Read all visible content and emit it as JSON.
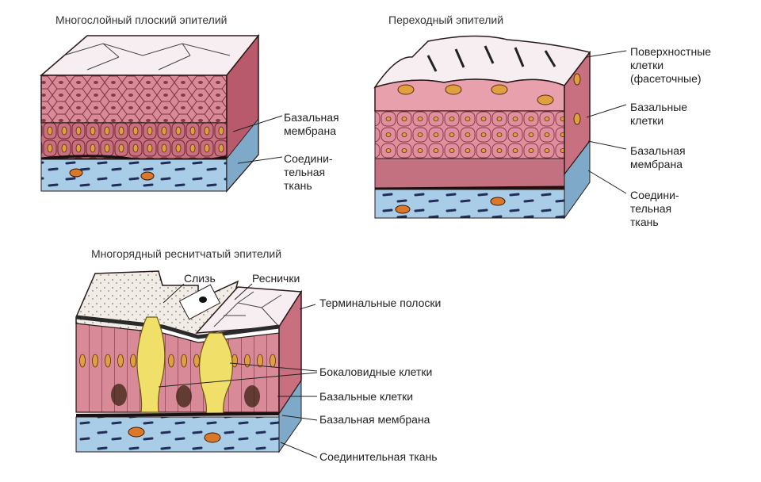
{
  "diagrams": [
    {
      "title": "Многослойный плоский эпителий",
      "labels": [
        {
          "line1": "Базальная",
          "line2": "мембрана"
        },
        {
          "line1": "Соедини-",
          "line2": "тельная",
          "line3": "ткань"
        }
      ]
    },
    {
      "title": "Переходный эпителий",
      "labels": [
        {
          "line1": "Поверхностные",
          "line2": "клетки",
          "line3": "(фасеточные)"
        },
        {
          "line1": "Базальные",
          "line2": "клетки"
        },
        {
          "line1": "Базальная",
          "line2": "мембрана"
        },
        {
          "line1": "Соедини-",
          "line2": "тельная",
          "line3": "ткань"
        }
      ]
    },
    {
      "title": "Многорядный реснитчатый эпителий",
      "labels": {
        "mucus": "Слизь",
        "cilia": "Реснички",
        "terminal_bars": "Терминальные полоски",
        "goblet_cells": "Бокаловидные клетки",
        "basal_cells": "Базальные клетки",
        "basal_membrane": "Базальная мембрана",
        "connective_tissue": "Соединительная ткань"
      }
    }
  ],
  "colors": {
    "epithelium_pink": "#d98a98",
    "epithelium_dark": "#b85a6c",
    "connective_blue": "#a9cde6",
    "surface_white": "#f6eef0",
    "goblet_yellow": "#f0e06a",
    "nucleus_orange": "#e0a040",
    "outline": "#2a1a1a"
  }
}
